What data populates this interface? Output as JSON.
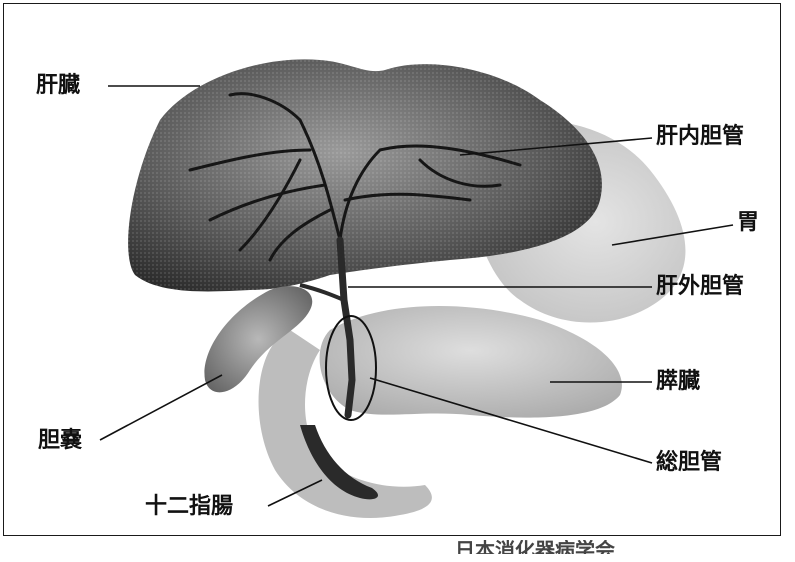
{
  "labels": {
    "liver": "肝臓",
    "intrahepatic_bile_duct": "肝内胆管",
    "stomach": "胃",
    "extrahepatic_bile_duct": "肝外胆管",
    "pancreas": "膵臓",
    "gallbladder": "胆嚢",
    "common_bile_duct": "総胆管",
    "duodenum": "十二指腸"
  },
  "footer_text": "日本消化器病学会",
  "colors": {
    "ink": "#111111",
    "organ_dark": "#3a3a3a",
    "organ_mid": "#8a8a8a",
    "organ_light": "#cfcfcf"
  }
}
